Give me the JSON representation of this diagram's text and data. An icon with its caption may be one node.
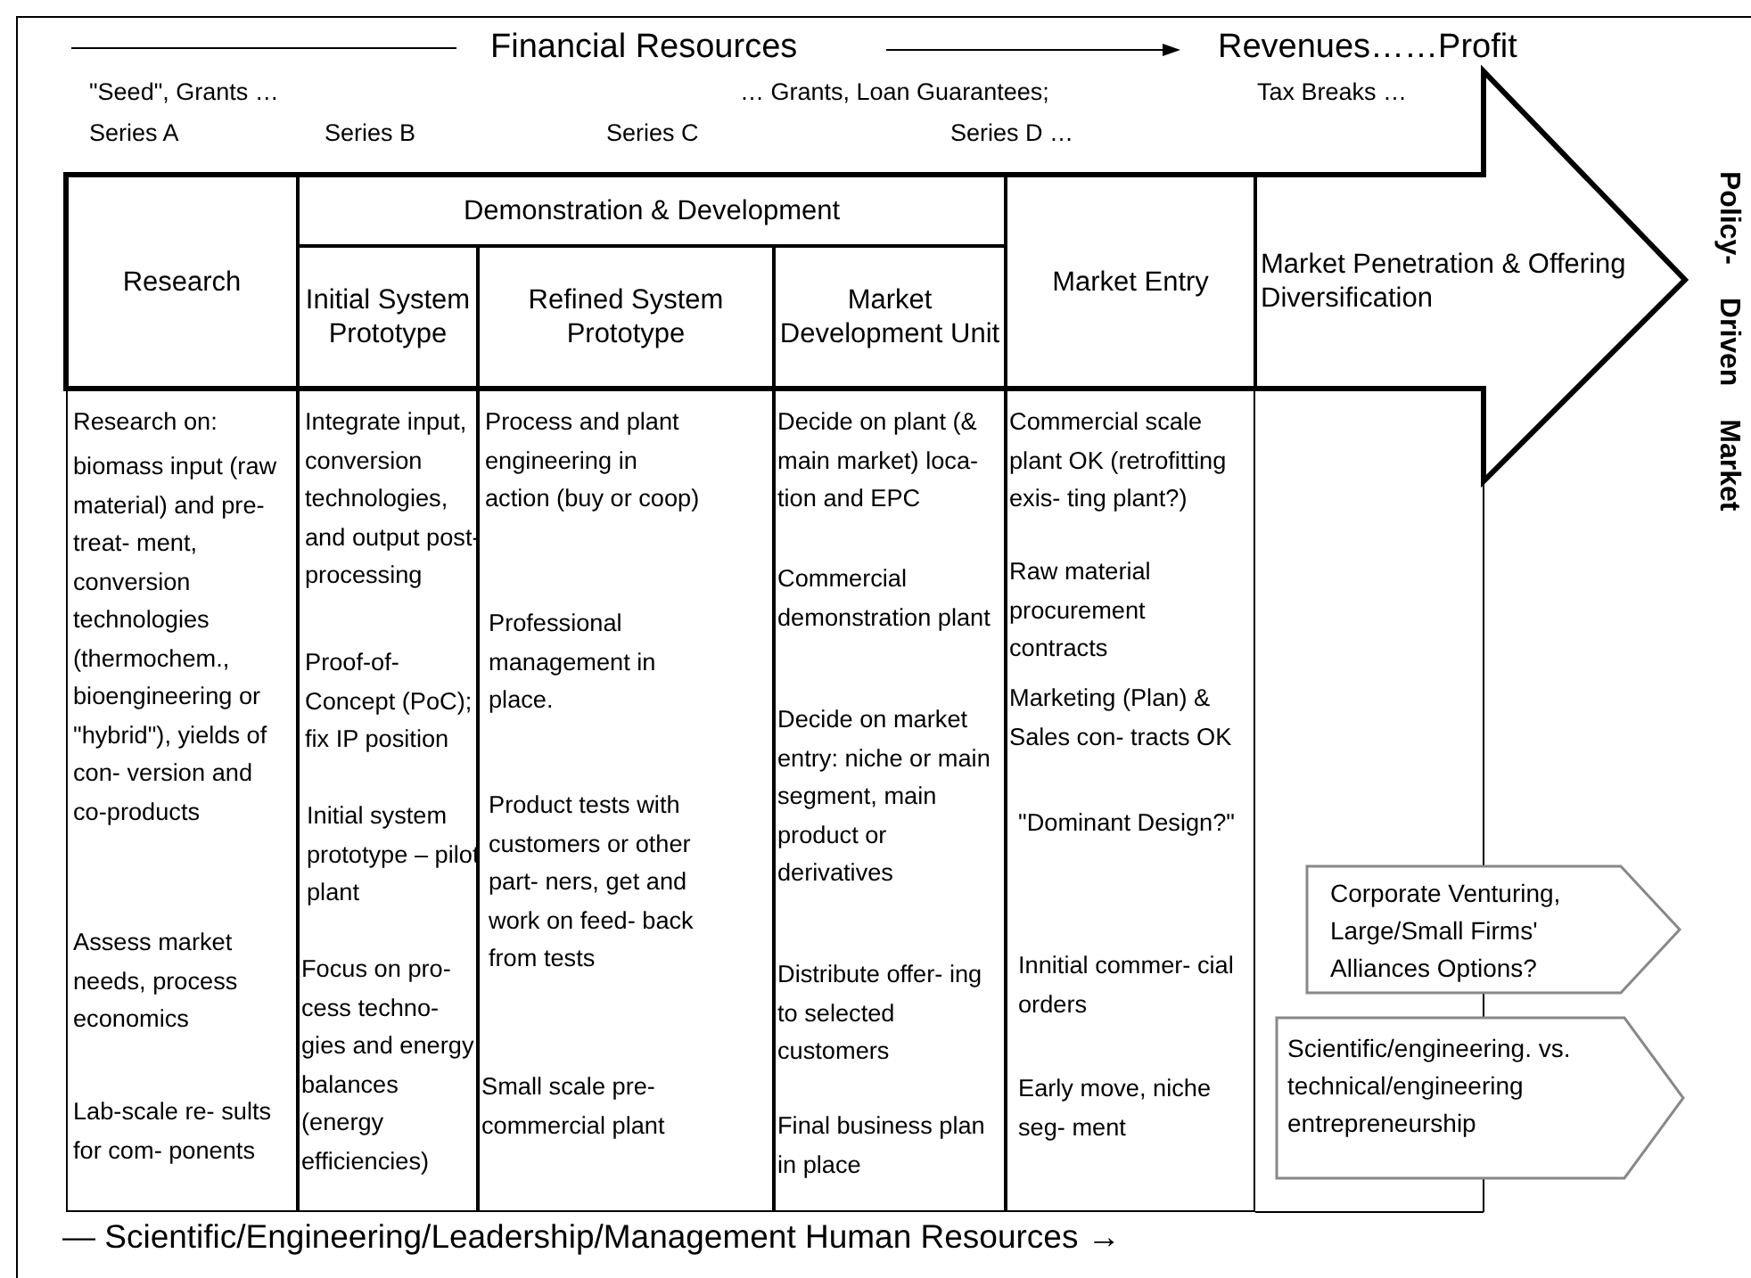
{
  "diagram": {
    "nodes": [
      {
        "text": [],
        "shape": "arrow",
        "beside": [
          "Policy- Driven Market"
        ]
      },
      {
        "text": [
          "Research"
        ],
        "in": 0
      },
      {
        "text": [
          "Demonstration & Development"
        ],
        "in": 0
      },
      {
        "text": [
          "Initial System Prototype"
        ],
        "in": 0
      },
      {
        "text": [
          "Refined System Prototype"
        ],
        "in": 0
      },
      {
        "text": [
          "Market Development Unit"
        ],
        "in": 0
      },
      {
        "text": [
          "Market Entry"
        ],
        "in": 0
      },
      {
        "text": [
          "Market Penetration & Offering Diversification"
        ],
        "in": 0
      },
      {
        "text": [
          "Research on:",
          "biomass input (raw material) and pre-treat- ment, conversion technologies (thermochem., bioengineering or \"hybrid\"), yields of con- version and co-products",
          "Assess market needs, process economics",
          "Lab-scale re- sults for com- ponents"
        ]
      },
      {
        "text": [
          "Integrate input, conversion technologies, and output post- processing",
          "Proof-of- Concept (PoC); fix IP position",
          "Initial system prototype – pilot plant",
          "Focus on pro- cess techno- gies and energy balances (energy efficiencies)"
        ]
      },
      {
        "text": [
          "Process and plant engineering in action (buy or coop)",
          "Professional management in place.",
          "Product tests with customers or other part- ners, get and work on feed- back from tests",
          "Small scale pre-commercial plant"
        ]
      },
      {
        "text": [
          "Decide on plant (& main market) loca- tion and EPC",
          "Commercial demonstration plant",
          "Decide on market entry: niche or main segment, main product or derivatives",
          "Distribute offer- ing to selected customers",
          "Final business plan in place"
        ]
      },
      {
        "text": [
          "Commercial scale plant OK (retrofitting exis- ting plant?)",
          "Raw material procurement contracts",
          "Marketing (Plan) & Sales con- tracts OK",
          "\"Dominant Design?\"",
          "Innitial commer- cial orders",
          "Early move, niche seg- ment"
        ]
      },
      {
        "text": [
          "Corporate Venturing, Large/Small Firms' Alliances Options?"
        ]
      },
      {
        "text": [
          "Scientific/engineering. vs. technical/engineering entrepreneurship"
        ]
      }
    ],
    "edges": [],
    "labels": [
      "Financial Resources",
      "Revenues……Profit",
      "\"Seed\", Grants …",
      "… Grants, Loan Guarantees;",
      "Tax Breaks …",
      "Series A",
      "Series B",
      "Series C",
      "Series D …",
      "— Scientific/Engineering/Leadership/Management Human Resources →"
    ]
  }
}
